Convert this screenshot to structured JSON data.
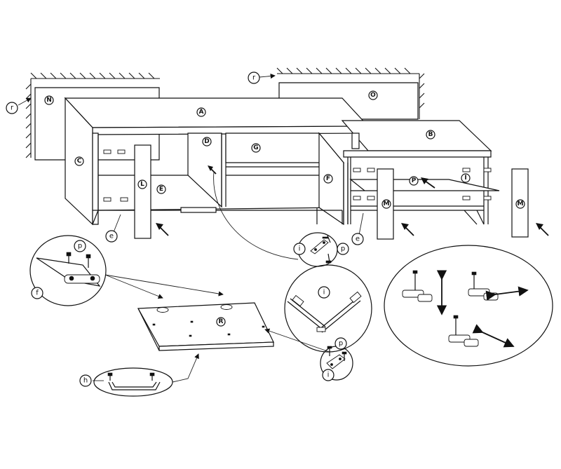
{
  "parts": {
    "A": "A",
    "B": "B",
    "C": "C",
    "D": "D",
    "E": "E",
    "F": "F",
    "G": "G",
    "I": "I",
    "L": "L",
    "M": "M",
    "N": "N",
    "O": "O",
    "P": "P",
    "R": "R"
  },
  "hardware": {
    "r": "r",
    "e": "e",
    "f": "f",
    "h": "h",
    "i": "i",
    "p": "p"
  }
}
